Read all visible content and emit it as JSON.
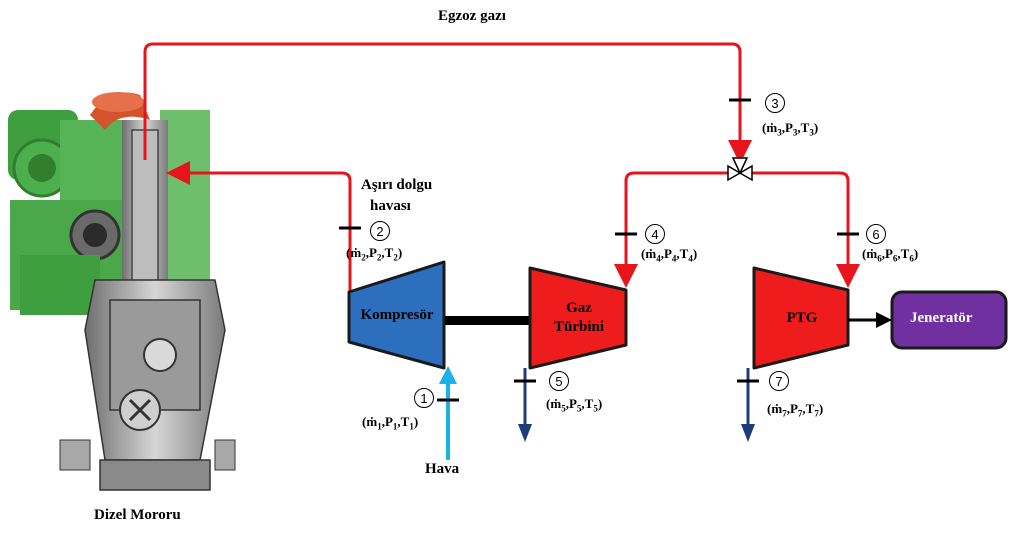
{
  "labels": {
    "exhaust": "Egzoz gazı",
    "charge_air_1": "Aşırı dolgu",
    "charge_air_2": "havası",
    "air": "Hava",
    "engine": "Dizel Mororu"
  },
  "components": {
    "compressor": "Kompresör",
    "gas_turbine_1": "Gaz",
    "gas_turbine_2": "Türbini",
    "ptg": "PTG",
    "generator": "Jeneratör"
  },
  "states": [
    {
      "num": "1",
      "m": "ṁ",
      "i": "1"
    },
    {
      "num": "2",
      "m": "ṁ",
      "i": "2"
    },
    {
      "num": "3",
      "m": "ṁ",
      "i": "3"
    },
    {
      "num": "4",
      "m": "ṁ",
      "i": "4"
    },
    {
      "num": "5",
      "m": "ṁ",
      "i": "5"
    },
    {
      "num": "6",
      "m": "ṁ",
      "i": "6"
    },
    {
      "num": "7",
      "m": "ṁ",
      "i": "7"
    }
  ],
  "colors": {
    "pipe": "#e8141c",
    "compressor": "#2d6fbf",
    "turbine": "#ee1c1c",
    "generator": "#7030a0",
    "air_in": "#19b2ea",
    "exhaust_out": "#1f3c7a",
    "engine_green": "#3f9f3f",
    "engine_grey": "#9a9a9a"
  }
}
